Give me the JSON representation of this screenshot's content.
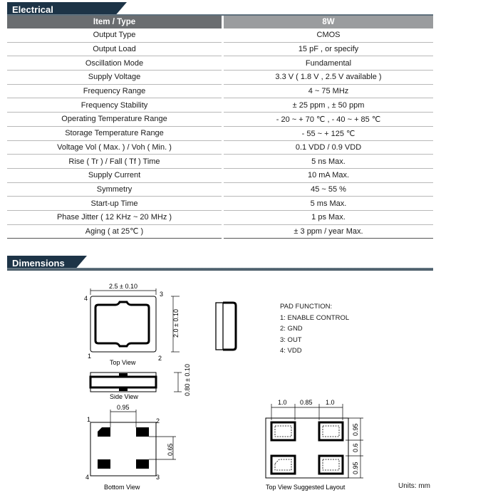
{
  "electrical": {
    "title": "Electrical Specifications",
    "header": {
      "item": "Item / Type",
      "value": "8W"
    },
    "rows": [
      {
        "item": "Output Type",
        "value": "CMOS"
      },
      {
        "item": "Output Load",
        "value": "15 pF , or specify"
      },
      {
        "item": "Oscillation Mode",
        "value": "Fundamental"
      },
      {
        "item": "Supply Voltage",
        "value": "3.3 V ( 1.8 V , 2.5 V available )"
      },
      {
        "item": "Frequency Range",
        "value": "4 ~ 75 MHz"
      },
      {
        "item": "Frequency Stability",
        "value": "± 25 ppm , ± 50 ppm"
      },
      {
        "item": "Operating Temperature Range",
        "value": "- 20 ~ + 70 ℃ , - 40 ~ + 85 ℃"
      },
      {
        "item": "Storage Temperature Range",
        "value": "- 55 ~ + 125 ℃"
      },
      {
        "item": "Voltage Vol ( Max. ) / Voh ( Min. )",
        "value": "0.1 VDD / 0.9 VDD"
      },
      {
        "item": "Rise ( Tr ) / Fall ( Tf ) Time",
        "value": "5 ns Max."
      },
      {
        "item": "Supply Current",
        "value": "10 mA Max."
      },
      {
        "item": "Symmetry",
        "value": "45 ~ 55 %"
      },
      {
        "item": "Start-up Time",
        "value": "5 ms Max."
      },
      {
        "item": "Phase Jitter ( 12 KHz ~ 20 MHz )",
        "value": "1 ps Max."
      },
      {
        "item": "Aging ( at 25℃ )",
        "value": "± 3 ppm / year Max."
      }
    ]
  },
  "dimensions": {
    "title": "Dimensions",
    "top_view": {
      "label": "Top View",
      "width_dim": "2.5 ± 0.10",
      "height_dim": "2.0 ± 0.10",
      "pins": [
        "1",
        "2",
        "3",
        "4"
      ]
    },
    "side_view": {
      "label": "Side View",
      "height_dim": "0.80 ± 0.10"
    },
    "bottom_view": {
      "label": "Bottom View",
      "pad_gap": "0.95",
      "pad_height": "0.65",
      "pins": [
        "1",
        "2",
        "3",
        "4"
      ]
    },
    "suggested_layout": {
      "label": "Top View Suggested Layout",
      "horiz": [
        "1.0",
        "0.85",
        "1.0"
      ],
      "vert": [
        "0.95",
        "0.6",
        "0.95"
      ]
    },
    "pad_function": {
      "title": "PAD FUNCTION:",
      "items": [
        "1: ENABLE CONTROL",
        "2: GND",
        "3: OUT",
        "4: VDD"
      ]
    },
    "units": "Units: mm"
  }
}
